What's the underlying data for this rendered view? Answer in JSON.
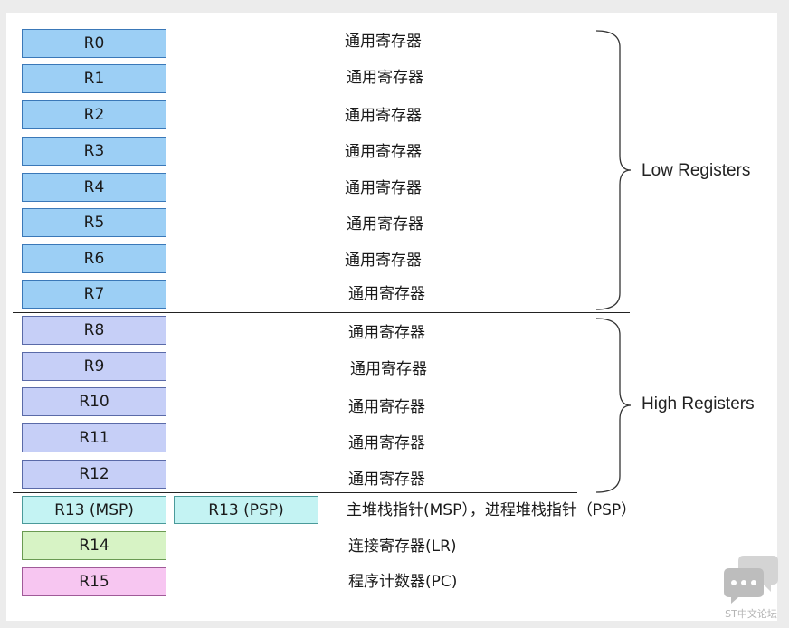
{
  "registers": {
    "r0": {
      "label": "R0",
      "desc": "通用寄存器"
    },
    "r1": {
      "label": "R1",
      "desc": "通用寄存器"
    },
    "r2": {
      "label": "R2",
      "desc": "通用寄存器"
    },
    "r3": {
      "label": "R3",
      "desc": "通用寄存器"
    },
    "r4": {
      "label": "R4",
      "desc": "通用寄存器"
    },
    "r5": {
      "label": "R5",
      "desc": "通用寄存器"
    },
    "r6": {
      "label": "R6",
      "desc": "通用寄存器"
    },
    "r7": {
      "label": "R7",
      "desc": "通用寄存器"
    },
    "r8": {
      "label": "R8",
      "desc": "通用寄存器"
    },
    "r9": {
      "label": "R9",
      "desc": "通用寄存器"
    },
    "r10": {
      "label": "R10",
      "desc": "通用寄存器"
    },
    "r11": {
      "label": "R11",
      "desc": "通用寄存器"
    },
    "r12": {
      "label": "R12",
      "desc": "通用寄存器"
    },
    "r13_msp": {
      "label": "R13 (MSP)"
    },
    "r13_psp": {
      "label": "R13 (PSP)"
    },
    "r13_desc": "主堆栈指针(MSP），进程堆栈指针（PSP）",
    "r14": {
      "label": "R14",
      "desc": "连接寄存器(LR)"
    },
    "r15": {
      "label": "R15",
      "desc": "程序计数器(PC)"
    }
  },
  "groups": {
    "low": "Low Registers",
    "high": "High Registers"
  },
  "colors": {
    "low": "#9ccff5",
    "high": "#c6cff7",
    "stack_pointer": "#c4f3f3",
    "link_register": "#d7f3c5",
    "program_counter": "#f7c6f1"
  },
  "watermark": {
    "icon": "chat-bubbles-icon",
    "text": "ST中文论坛"
  }
}
